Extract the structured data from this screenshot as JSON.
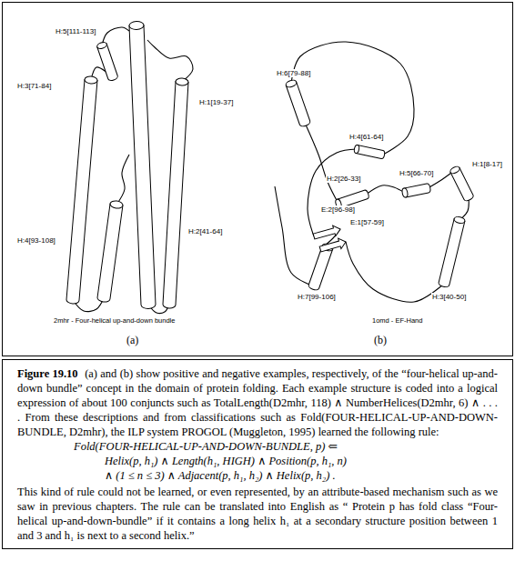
{
  "diagram": {
    "nodes": [
      {
        "text": [
          "Figure 19.10",
          "(a) and (b) show positive and negative examples, respectively, of the “four-helical up-and-down bundle” concept in the domain of protein folding. Each example structure is coded into a logical expression of about 100 conjuncts such as TotalLength(D2mhr, 118) ∧ NumberHelices(D2mhr, 6) ∧ . . . . From these descriptions and from classifications such as Fold(FOUR-HELICAL-UP-AND-DOWN-BUNDLE, D2mhr), the ILP system PROGOL (Muggleton, 1995) learned the following rule:",
          "Fold(FOUR-HELICAL-UP-AND-DOWN-BUNDLE, p) ⇐",
          "Helix(p, h₁) ∧ Length(h₁, HIGH) ∧ Position(p, h₁, n)",
          "∧ (1 ≤ n ≤ 3) ∧ Adjacent(p, h₁, h₂) ∧ Helix(p, h₂) .",
          "This kind of rule could not be learned, or even represented, by an attribute-based mechanism such as we saw in previous chapters. The rule can be translated into English as “ Protein p has fold class “Four-helical up-and-down-bundle” if it contains a long helix h₁ at a secondary structure position between 1 and 3 and h₁ is next to a second helix.”"
        ]
      }
    ],
    "labels": [
      "H:5[111-113]",
      "H:1[19-37]",
      "H:3[71-84]",
      "H:4[93-108]",
      "H:2[41-64]",
      "2mhr - Four-helical up-and-down bundle",
      "(a)",
      "H:6[79-88]",
      "H:4[61-64]",
      "H:1[8-17]",
      "H:2[26-33]",
      "H:5[66-70]",
      "E:2[96-98]",
      "E:1[57-59]",
      "H:7[99-106]",
      "H:3[40-50]",
      "1omd - EF-Hand",
      "(b)"
    ]
  }
}
